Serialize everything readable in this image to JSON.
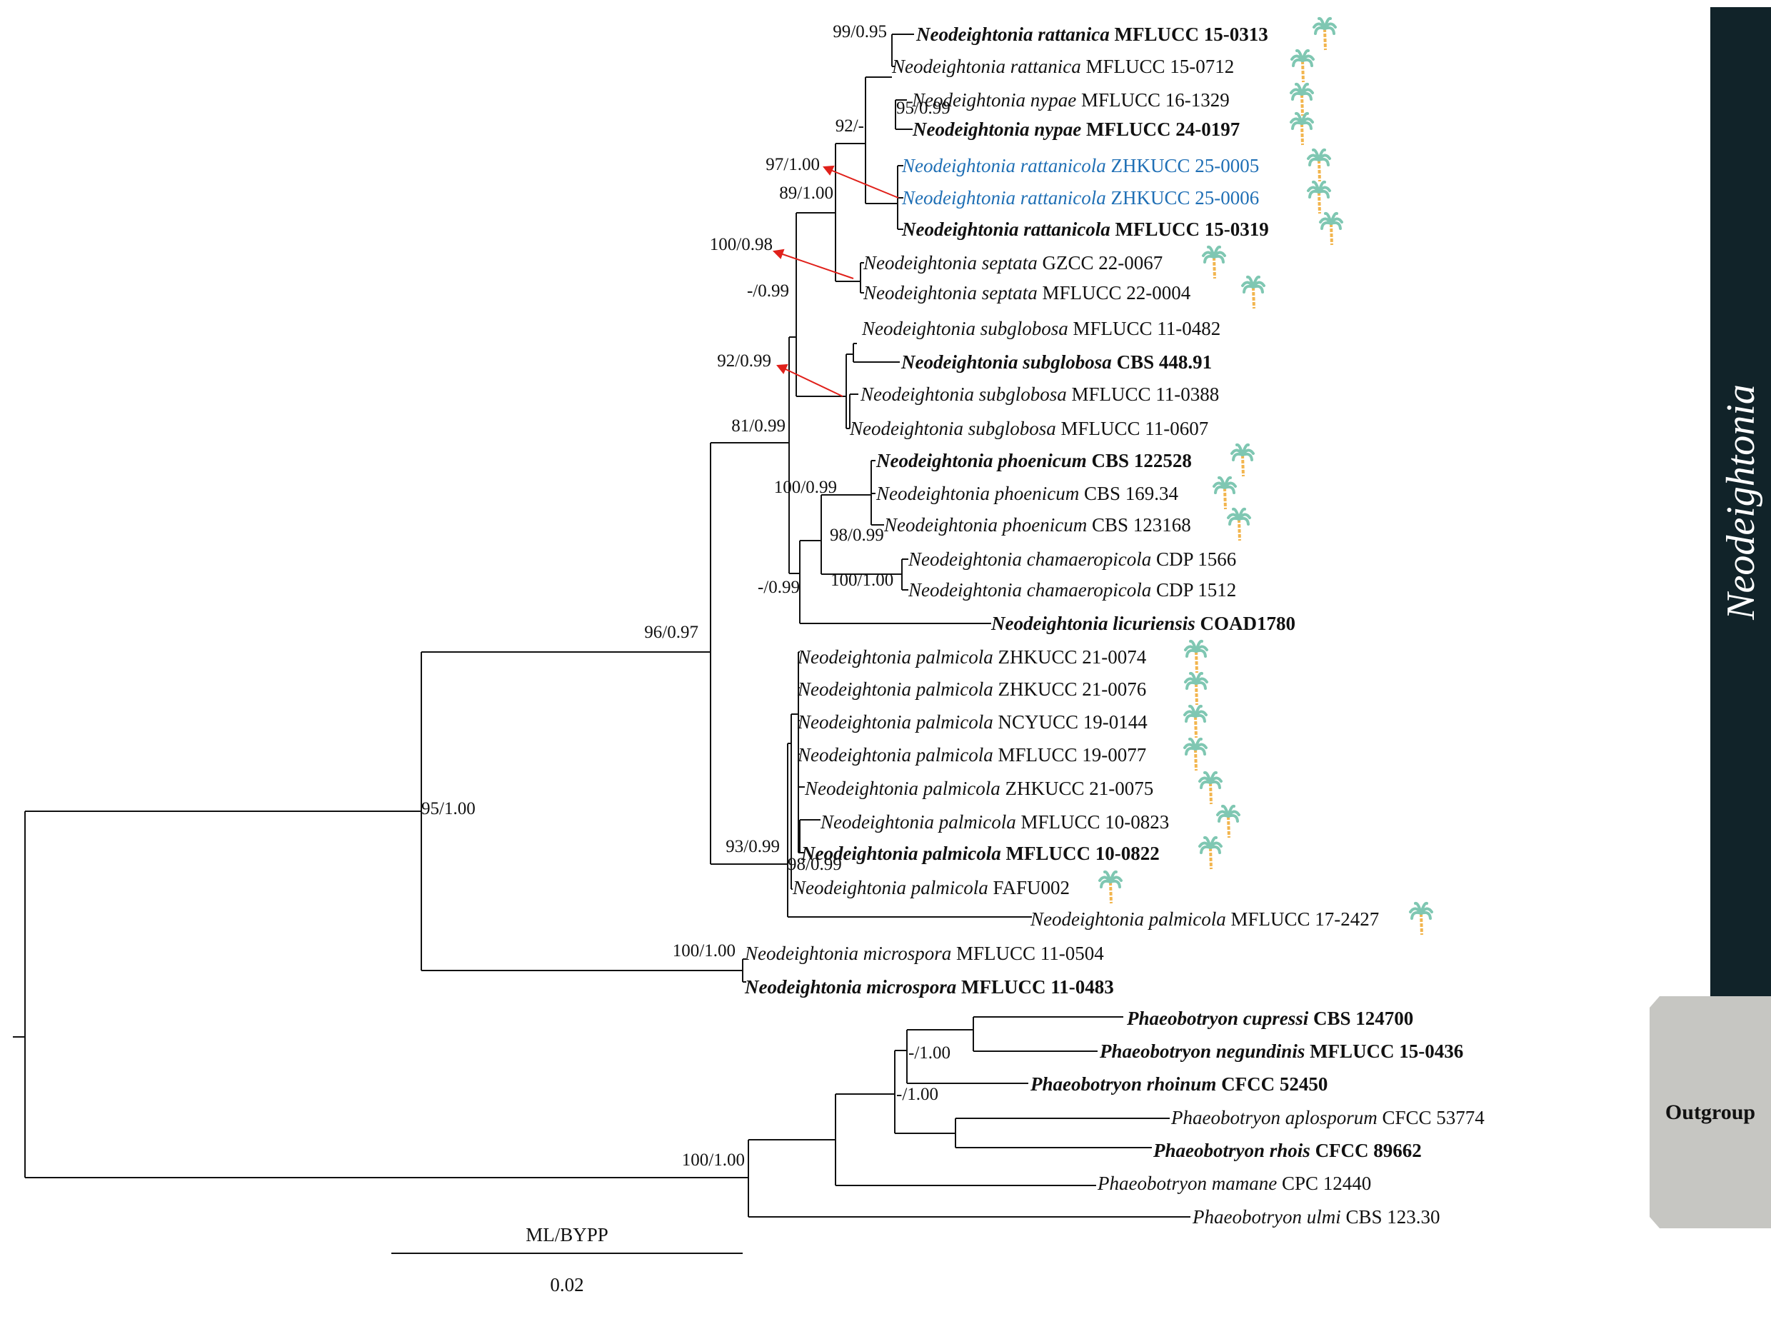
{
  "clade_label": "Neodeightonia",
  "outgroup_label": "Outgroup",
  "scale": {
    "method": "ML/BYPP",
    "value": "0.02"
  },
  "colors": {
    "highlight": "#1f6fb5",
    "arrow": "#e0201a",
    "clade_bar": "#112329",
    "outgroup_box": "#c6c6c2",
    "palm_leaf": "#7fc7b2",
    "palm_trunk": "#f2b54e"
  },
  "taxa": [
    {
      "genus": "Neodeightonia",
      "species": "rattanica",
      "strain": "MFLUCC 15-0313",
      "bold": true,
      "palm": true
    },
    {
      "genus": "Neodeightonia",
      "species": "rattanica",
      "strain": "MFLUCC 15-0712",
      "bold": false,
      "palm": true
    },
    {
      "genus": "Neodeightonia",
      "species": "nypae",
      "strain": "MFLUCC 16-1329",
      "bold": false,
      "palm": true
    },
    {
      "genus": "Neodeightonia",
      "species": "nypae",
      "strain": "MFLUCC 24-0197",
      "bold": true,
      "palm": true
    },
    {
      "genus": "Neodeightonia",
      "species": "rattanicola",
      "strain": "ZHKUCC 25-0005",
      "bold": false,
      "palm": true,
      "highlight": true
    },
    {
      "genus": "Neodeightonia",
      "species": "rattanicola",
      "strain": "ZHKUCC 25-0006",
      "bold": false,
      "palm": true,
      "highlight": true
    },
    {
      "genus": "Neodeightonia",
      "species": "rattanicola",
      "strain": "MFLUCC 15-0319",
      "bold": true,
      "palm": true
    },
    {
      "genus": "Neodeightonia",
      "species": "septata",
      "strain": "GZCC 22-0067",
      "bold": false,
      "palm": true
    },
    {
      "genus": "Neodeightonia",
      "species": "septata",
      "strain": "MFLUCC 22-0004",
      "bold": false,
      "palm": true
    },
    {
      "genus": "Neodeightonia",
      "species": "subglobosa",
      "strain": "MFLUCC 11-0482",
      "bold": false,
      "palm": false
    },
    {
      "genus": "Neodeightonia",
      "species": "subglobosa",
      "strain": "CBS 448.91",
      "bold": true,
      "palm": false
    },
    {
      "genus": "Neodeightonia",
      "species": "subglobosa",
      "strain": "MFLUCC 11-0388",
      "bold": false,
      "palm": false
    },
    {
      "genus": "Neodeightonia",
      "species": "subglobosa",
      "strain": "MFLUCC 11-0607",
      "bold": false,
      "palm": false
    },
    {
      "genus": "Neodeightonia",
      "species": "phoenicum",
      "strain": "CBS 122528",
      "bold": true,
      "palm": true
    },
    {
      "genus": "Neodeightonia",
      "species": "phoenicum",
      "strain": "CBS 169.34",
      "bold": false,
      "palm": true
    },
    {
      "genus": "Neodeightonia",
      "species": "phoenicum",
      "strain": "CBS 123168",
      "bold": false,
      "palm": true
    },
    {
      "genus": "Neodeightonia",
      "species": "chamaeropicola",
      "strain": "CDP 1566",
      "bold": false,
      "palm": false
    },
    {
      "genus": "Neodeightonia",
      "species": "chamaeropicola",
      "strain": "CDP 1512",
      "bold": false,
      "palm": false
    },
    {
      "genus": "Neodeightonia",
      "species": "licuriensis",
      "strain": "COAD1780",
      "bold": true,
      "palm": false
    },
    {
      "genus": "Neodeightonia",
      "species": "palmicola",
      "strain": "ZHKUCC 21-0074",
      "bold": false,
      "palm": true
    },
    {
      "genus": "Neodeightonia",
      "species": "palmicola",
      "strain": "ZHKUCC 21-0076",
      "bold": false,
      "palm": true
    },
    {
      "genus": "Neodeightonia",
      "species": "palmicola",
      "strain": "NCYUCC 19-0144",
      "bold": false,
      "palm": true
    },
    {
      "genus": "Neodeightonia",
      "species": "palmicola",
      "strain": "MFLUCC 19-0077",
      "bold": false,
      "palm": true
    },
    {
      "genus": "Neodeightonia",
      "species": "palmicola",
      "strain": "ZHKUCC 21-0075",
      "bold": false,
      "palm": true
    },
    {
      "genus": "Neodeightonia",
      "species": "palmicola",
      "strain": "MFLUCC 10-0823",
      "bold": false,
      "palm": true
    },
    {
      "genus": "Neodeightonia",
      "species": "palmicola",
      "strain": "MFLUCC 10-0822",
      "bold": true,
      "palm": true
    },
    {
      "genus": "Neodeightonia",
      "species": "palmicola",
      "strain": "FAFU002",
      "bold": false,
      "palm": true
    },
    {
      "genus": "Neodeightonia",
      "species": "palmicola",
      "strain": "MFLUCC 17-2427",
      "bold": false,
      "palm": true
    },
    {
      "genus": "Neodeightonia",
      "species": "microspora",
      "strain": "MFLUCC 11-0504",
      "bold": false,
      "palm": false
    },
    {
      "genus": "Neodeightonia",
      "species": "microspora",
      "strain": "MFLUCC 11-0483",
      "bold": true,
      "palm": false
    },
    {
      "genus": "Phaeobotryon",
      "species": "cupressi",
      "strain": "CBS 124700",
      "bold": true,
      "palm": false
    },
    {
      "genus": "Phaeobotryon",
      "species": "negundinis",
      "strain": "MFLUCC 15-0436",
      "bold": true,
      "palm": false
    },
    {
      "genus": "Phaeobotryon",
      "species": "rhoinum",
      "strain": "CFCC 52450",
      "bold": true,
      "palm": false
    },
    {
      "genus": "Phaeobotryon",
      "species": "aplosporum",
      "strain": "CFCC 53774",
      "bold": false,
      "palm": false
    },
    {
      "genus": "Phaeobotryon",
      "species": "rhois",
      "strain": "CFCC 89662",
      "bold": true,
      "palm": false
    },
    {
      "genus": "Phaeobotryon",
      "species": "mamane",
      "strain": "CPC 12440",
      "bold": false,
      "palm": false
    },
    {
      "genus": "Phaeobotryon",
      "species": "ulmi",
      "strain": "CBS 123.30",
      "bold": false,
      "palm": false
    }
  ],
  "support_values": [
    "99/0.95",
    "95/0.99",
    "92/-",
    "97/1.00",
    "89/1.00",
    "100/0.98",
    "-/0.99",
    "92/0.99",
    "81/0.99",
    "100/0.99",
    "98/0.99",
    "100/1.00",
    "-/0.99",
    "96/0.97",
    "95/1.00",
    "93/0.99",
    "98/0.99",
    "100/1.00",
    "-/1.00",
    "-/1.00",
    "100/1.00"
  ]
}
